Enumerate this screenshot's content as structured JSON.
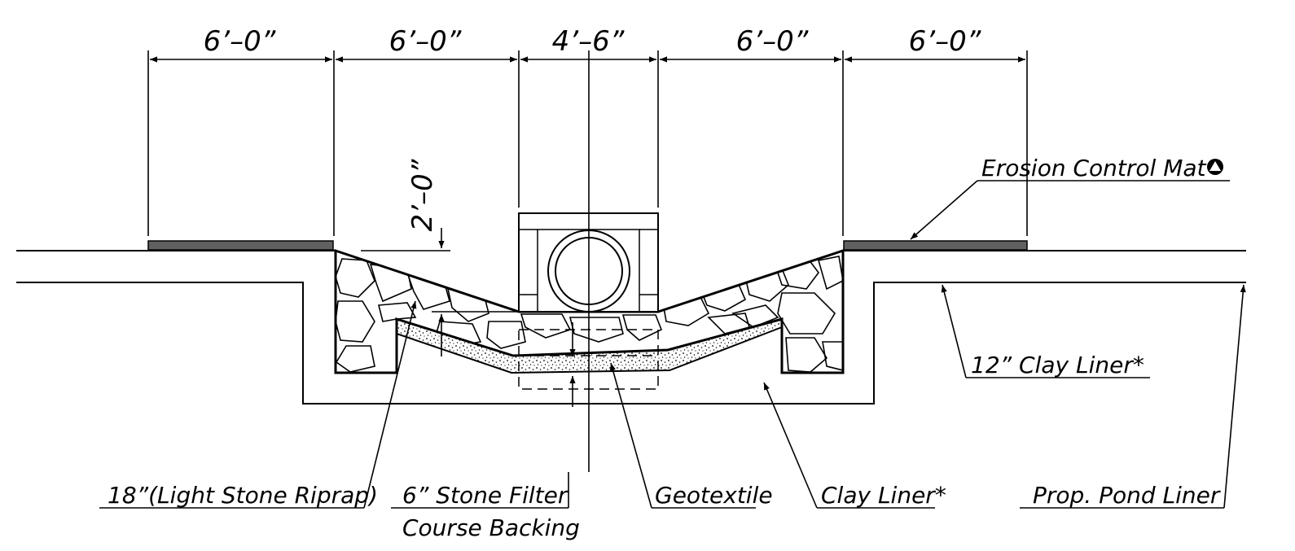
{
  "dimensions": {
    "d1": "6’–0”",
    "d2": "6’–0”",
    "d3": "4’–6”",
    "d4": "6’–0”",
    "d5": "6’–0”",
    "vertical": "2’–0”"
  },
  "labels": {
    "erosion_control_mat": "Erosion Control Mat",
    "clay_liner_12": "12” Clay Liner*",
    "riprap": "18”(Light Stone Riprap)",
    "stone_filter_line1": "6” Stone Filter",
    "stone_filter_line2": "Course Backing",
    "geotextile": "Geotextile",
    "clay_liner": "Clay Liner*",
    "pond_liner": "Prop. Pond Liner"
  },
  "colors": {
    "line": "#000000",
    "mat": "#606060",
    "background": "#ffffff"
  },
  "icons": {
    "erosion_symbol": "triangle-in-circle-icon"
  }
}
